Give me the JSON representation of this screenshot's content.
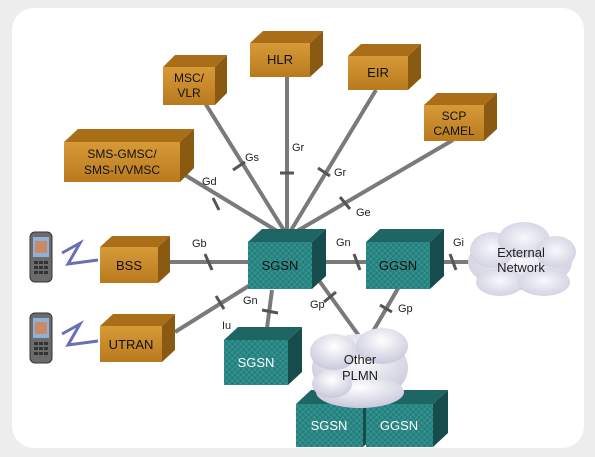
{
  "colors": {
    "background": "#ededed",
    "panel": "#ffffff",
    "core_node_front": "#c9892a",
    "gprs_node_front": "#2f8f8c",
    "link": "#777777",
    "cloud": "#dcdcea",
    "radio_link": "#6a6fb2"
  },
  "nodes": {
    "msc_vlr": {
      "line1": "MSC/",
      "line2": "VLR"
    },
    "hlr": {
      "label": "HLR"
    },
    "eir": {
      "label": "EIR"
    },
    "scp_camel": {
      "line1": "SCP",
      "line2": "CAMEL"
    },
    "sms_gmsc": {
      "line1": "SMS-GMSC/",
      "line2": "SMS-IVVMSC"
    },
    "bss": {
      "label": "BSS"
    },
    "utran": {
      "label": "UTRAN"
    },
    "sgsn_main": {
      "label": "SGSN"
    },
    "ggsn_main": {
      "label": "GGSN"
    },
    "sgsn_second": {
      "label": "SGSN"
    },
    "sgsn_other": {
      "label": "SGSN"
    },
    "ggsn_other": {
      "label": "GGSN"
    }
  },
  "clouds": {
    "external": {
      "line1": "External",
      "line2": "Network"
    },
    "other_plmn": {
      "line1": "Other",
      "line2": "PLMN"
    }
  },
  "interfaces": {
    "gs": "Gs",
    "gr_hlr": "Gr",
    "gr_eir": "Gr",
    "gd": "Gd",
    "ge": "Ge",
    "gb": "Gb",
    "iu": "Iu",
    "gn_ggsn": "Gn",
    "gn_sgsn": "Gn",
    "gi": "Gi",
    "gp_left": "Gp",
    "gp_right": "Gp"
  },
  "icons": {
    "phones": [
      "mobile-phone-icon",
      "mobile-phone-icon"
    ]
  }
}
